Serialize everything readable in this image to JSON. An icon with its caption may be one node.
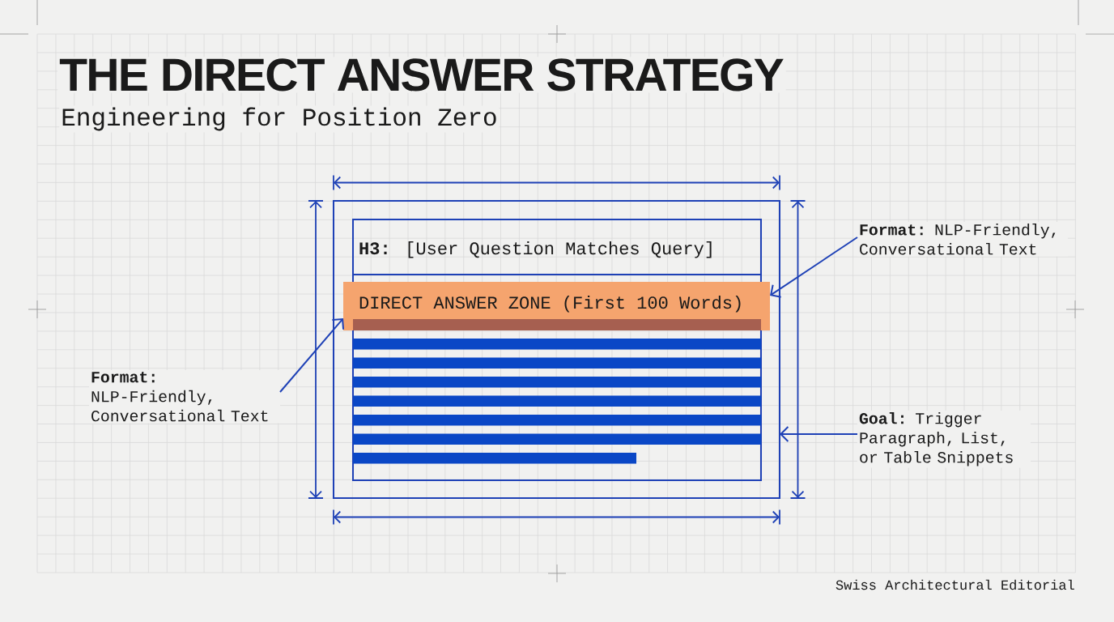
{
  "diagram": {
    "title": "THE DIRECT ANSWER STRATEGY",
    "nodes": [
      {
        "text": [],
        "shape": "box"
      },
      {
        "text": [
          "**H3:** [User Question Matches Query]"
        ],
        "in": 0
      },
      {
        "text": [
          "DIRECT ANSWER ZONE (First 100 Words)"
        ],
        "in": 1
      },
      {
        "text": [],
        "shape": "bar",
        "in": 1
      },
      {
        "text": [],
        "shape": "bar",
        "in": 1
      },
      {
        "text": [],
        "shape": "bar",
        "in": 1
      },
      {
        "text": [],
        "shape": "bar",
        "in": 1
      },
      {
        "text": [],
        "shape": "bar",
        "in": 1
      },
      {
        "text": [],
        "shape": "bar",
        "in": 1
      },
      {
        "text": [],
        "shape": "bar",
        "in": 1
      },
      {
        "text": [
          "**Format:** NLP-Friendly, Conversational Text"
        ]
      },
      {
        "text": [
          "**Format:** NLP-Friendly, Conversational Text"
        ]
      },
      {
        "text": [
          "**Goal:** Trigger Paragraph, List, or Table Snippets"
        ]
      }
    ],
    "edges": [
      {
        "from": 10,
        "to": 2,
        "arrow": "to"
      },
      {
        "from": 11,
        "to": 2,
        "arrow": "to"
      },
      {
        "from": 12,
        "to": 0,
        "arrow": "to"
      }
    ],
    "labels": [
      "Engineering for Position Zero",
      "Swiss Architectural Editorial"
    ]
  }
}
